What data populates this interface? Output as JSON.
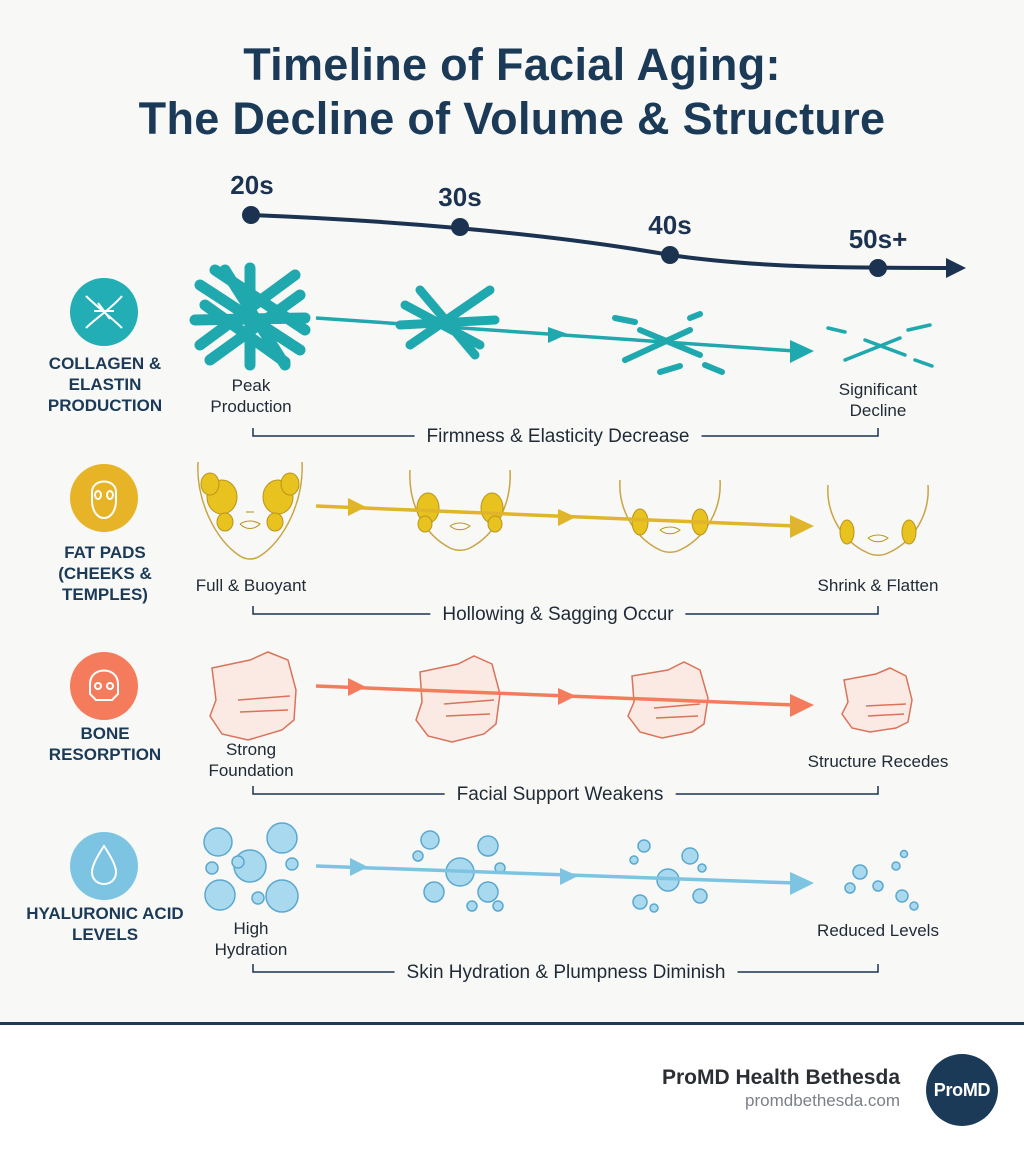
{
  "title": {
    "line1": "Timeline of Facial Aging:",
    "line2": "The Decline of Volume & Structure"
  },
  "timeline": {
    "decades": [
      "20s",
      "30s",
      "40s",
      "50s+"
    ]
  },
  "rows": [
    {
      "label": "COLLAGEN & ELASTIN PRODUCTION",
      "icon": "dna-icon",
      "color": "#1fa8ad",
      "start_label": "Peak Production",
      "end_label": "Significant Decline",
      "summary": "Firmness & Elasticity Decrease"
    },
    {
      "label": "FAT PADS (CHEEKS & TEMPLES)",
      "icon": "face-outline-icon",
      "color": "#e8b923",
      "start_label": "Full & Buoyant",
      "end_label": "Shrink & Flatten",
      "summary": "Hollowing & Sagging Occur"
    },
    {
      "label": "BONE RESORPTION",
      "icon": "skull-icon",
      "color": "#f47c5c",
      "start_label": "Strong Foundation",
      "end_label": "Structure Recedes",
      "summary": "Facial Support Weakens"
    },
    {
      "label": "HYALURONIC ACID LEVELS",
      "icon": "water-drop-icon",
      "color": "#7cc4e2",
      "start_label": "High Hydration",
      "end_label": "Reduced Levels",
      "summary": "Skin Hydration & Plumpness Diminish"
    }
  ],
  "footer": {
    "brand_name": "ProMD Health Bethesda",
    "brand_url": "promdbethesda.com",
    "logo_text": "ProMD"
  }
}
